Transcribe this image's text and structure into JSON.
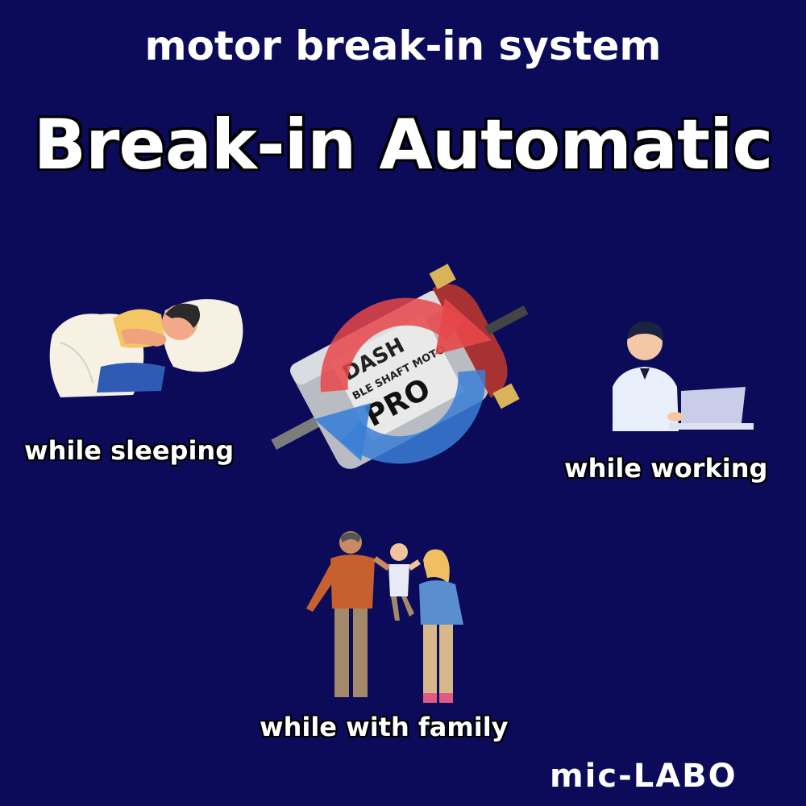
{
  "header": {
    "subtitle": "motor break-in system",
    "title": "Break-in Automatic"
  },
  "captions": {
    "sleeping": "while sleeping",
    "working": "while working",
    "family": "while with family"
  },
  "motor_label": {
    "line1": "DASH",
    "line2": "BLE SHAFT MOTO",
    "line3": "PRO"
  },
  "brand": "mic-LABO",
  "colors": {
    "background": "#0b0b5a",
    "text": "#ffffff",
    "arrow_red": "#e8474a",
    "arrow_blue": "#3b7fd6"
  },
  "icons": [
    "sleeping-person-icon",
    "motor-icon",
    "rotate-arrows-icon",
    "worker-laptop-icon",
    "family-icon"
  ]
}
